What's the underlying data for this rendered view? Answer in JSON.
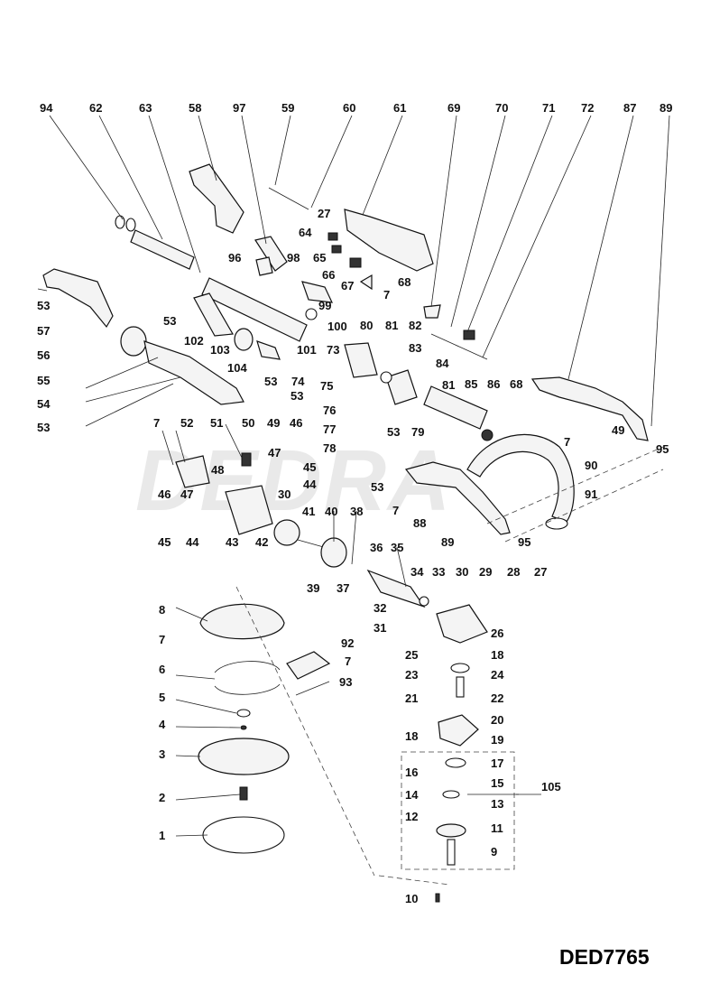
{
  "watermark": "DEDRA",
  "model_code": "DED7765",
  "part_numbers": [
    "94",
    "62",
    "63",
    "58",
    "97",
    "59",
    "60",
    "61",
    "69",
    "70",
    "71",
    "72",
    "87",
    "89",
    "27",
    "64",
    "65",
    "66",
    "67",
    "7",
    "68",
    "96",
    "98",
    "99",
    "100",
    "53",
    "57",
    "56",
    "102",
    "103",
    "101",
    "80",
    "81",
    "82",
    "83",
    "84",
    "85",
    "86",
    "73",
    "104",
    "74",
    "75",
    "76",
    "77",
    "78",
    "79",
    "55",
    "54",
    "52",
    "51",
    "50",
    "49",
    "46",
    "47",
    "48",
    "45",
    "44",
    "30",
    "43",
    "42",
    "41",
    "40",
    "38",
    "90",
    "91",
    "88",
    "95",
    "36",
    "35",
    "34",
    "33",
    "29",
    "28",
    "39",
    "37",
    "32",
    "31",
    "26",
    "18",
    "25",
    "24",
    "23",
    "22",
    "21",
    "20",
    "19",
    "17",
    "16",
    "15",
    "14",
    "13",
    "12",
    "11",
    "9",
    "105",
    "10",
    "8",
    "92",
    "6",
    "93",
    "5",
    "4",
    "3",
    "2",
    "1"
  ],
  "labels": [
    {
      "id": "94",
      "t": "94"
    },
    {
      "id": "62",
      "t": "62"
    },
    {
      "id": "63",
      "t": "63"
    },
    {
      "id": "58",
      "t": "58"
    },
    {
      "id": "97",
      "t": "97"
    },
    {
      "id": "59",
      "t": "59"
    },
    {
      "id": "60",
      "t": "60"
    },
    {
      "id": "61",
      "t": "61"
    },
    {
      "id": "69",
      "t": "69"
    },
    {
      "id": "70",
      "t": "70"
    },
    {
      "id": "71",
      "t": "71"
    },
    {
      "id": "72",
      "t": "72"
    },
    {
      "id": "87",
      "t": "87"
    },
    {
      "id": "89a",
      "t": "89"
    },
    {
      "id": "27a",
      "t": "27"
    },
    {
      "id": "64",
      "t": "64"
    },
    {
      "id": "65",
      "t": "65"
    },
    {
      "id": "66",
      "t": "66"
    },
    {
      "id": "67",
      "t": "67"
    },
    {
      "id": "7a",
      "t": "7"
    },
    {
      "id": "68a",
      "t": "68"
    },
    {
      "id": "96",
      "t": "96"
    },
    {
      "id": "98",
      "t": "98"
    },
    {
      "id": "99",
      "t": "99"
    },
    {
      "id": "100",
      "t": "100"
    },
    {
      "id": "53a",
      "t": "53"
    },
    {
      "id": "57",
      "t": "57"
    },
    {
      "id": "56",
      "t": "56"
    },
    {
      "id": "53b",
      "t": "53"
    },
    {
      "id": "102",
      "t": "102"
    },
    {
      "id": "103",
      "t": "103"
    },
    {
      "id": "101",
      "t": "101"
    },
    {
      "id": "80",
      "t": "80"
    },
    {
      "id": "81a",
      "t": "81"
    },
    {
      "id": "82",
      "t": "82"
    },
    {
      "id": "83",
      "t": "83"
    },
    {
      "id": "73",
      "t": "73"
    },
    {
      "id": "84",
      "t": "84"
    },
    {
      "id": "81b",
      "t": "81"
    },
    {
      "id": "85",
      "t": "85"
    },
    {
      "id": "86",
      "t": "86"
    },
    {
      "id": "68b",
      "t": "68"
    },
    {
      "id": "104",
      "t": "104"
    },
    {
      "id": "53c",
      "t": "53"
    },
    {
      "id": "74",
      "t": "74"
    },
    {
      "id": "75",
      "t": "75"
    },
    {
      "id": "53d",
      "t": "53"
    },
    {
      "id": "76",
      "t": "76"
    },
    {
      "id": "77",
      "t": "77"
    },
    {
      "id": "78",
      "t": "78"
    },
    {
      "id": "53e",
      "t": "53"
    },
    {
      "id": "79",
      "t": "79"
    },
    {
      "id": "55",
      "t": "55"
    },
    {
      "id": "54",
      "t": "54"
    },
    {
      "id": "53f",
      "t": "53"
    },
    {
      "id": "7b",
      "t": "7"
    },
    {
      "id": "49a",
      "t": "49"
    },
    {
      "id": "95a",
      "t": "95"
    },
    {
      "id": "7c",
      "t": "7"
    },
    {
      "id": "52",
      "t": "52"
    },
    {
      "id": "51",
      "t": "51"
    },
    {
      "id": "50",
      "t": "50"
    },
    {
      "id": "49b",
      "t": "49"
    },
    {
      "id": "46a",
      "t": "46"
    },
    {
      "id": "47a",
      "t": "47"
    },
    {
      "id": "48",
      "t": "48"
    },
    {
      "id": "45a",
      "t": "45"
    },
    {
      "id": "44a",
      "t": "44"
    },
    {
      "id": "30a",
      "t": "30"
    },
    {
      "id": "46b",
      "t": "46"
    },
    {
      "id": "47b",
      "t": "47"
    },
    {
      "id": "45b",
      "t": "45"
    },
    {
      "id": "44b",
      "t": "44"
    },
    {
      "id": "43",
      "t": "43"
    },
    {
      "id": "42",
      "t": "42"
    },
    {
      "id": "41",
      "t": "41"
    },
    {
      "id": "40",
      "t": "40"
    },
    {
      "id": "38",
      "t": "38"
    },
    {
      "id": "53g",
      "t": "53"
    },
    {
      "id": "7d",
      "t": "7"
    },
    {
      "id": "88",
      "t": "88"
    },
    {
      "id": "90",
      "t": "90"
    },
    {
      "id": "91",
      "t": "91"
    },
    {
      "id": "89b",
      "t": "89"
    },
    {
      "id": "95b",
      "t": "95"
    },
    {
      "id": "36",
      "t": "36"
    },
    {
      "id": "35",
      "t": "35"
    },
    {
      "id": "34",
      "t": "34"
    },
    {
      "id": "33",
      "t": "33"
    },
    {
      "id": "30b",
      "t": "30"
    },
    {
      "id": "29",
      "t": "29"
    },
    {
      "id": "28",
      "t": "28"
    },
    {
      "id": "27b",
      "t": "27"
    },
    {
      "id": "39",
      "t": "39"
    },
    {
      "id": "37",
      "t": "37"
    },
    {
      "id": "32",
      "t": "32"
    },
    {
      "id": "31",
      "t": "31"
    },
    {
      "id": "26",
      "t": "26"
    },
    {
      "id": "18a",
      "t": "18"
    },
    {
      "id": "25",
      "t": "25"
    },
    {
      "id": "24",
      "t": "24"
    },
    {
      "id": "23",
      "t": "23"
    },
    {
      "id": "22",
      "t": "22"
    },
    {
      "id": "21",
      "t": "21"
    },
    {
      "id": "20",
      "t": "20"
    },
    {
      "id": "18b",
      "t": "18"
    },
    {
      "id": "19",
      "t": "19"
    },
    {
      "id": "17",
      "t": "17"
    },
    {
      "id": "16",
      "t": "16"
    },
    {
      "id": "15",
      "t": "15"
    },
    {
      "id": "14",
      "t": "14"
    },
    {
      "id": "13",
      "t": "13"
    },
    {
      "id": "12",
      "t": "12"
    },
    {
      "id": "11",
      "t": "11"
    },
    {
      "id": "9",
      "t": "9"
    },
    {
      "id": "105",
      "t": "105"
    },
    {
      "id": "10",
      "t": "10"
    },
    {
      "id": "8",
      "t": "8"
    },
    {
      "id": "7e",
      "t": "7"
    },
    {
      "id": "92",
      "t": "92"
    },
    {
      "id": "7f",
      "t": "7"
    },
    {
      "id": "6",
      "t": "6"
    },
    {
      "id": "93",
      "t": "93"
    },
    {
      "id": "5",
      "t": "5"
    },
    {
      "id": "4",
      "t": "4"
    },
    {
      "id": "3",
      "t": "3"
    },
    {
      "id": "2",
      "t": "2"
    },
    {
      "id": "1",
      "t": "1"
    }
  ]
}
